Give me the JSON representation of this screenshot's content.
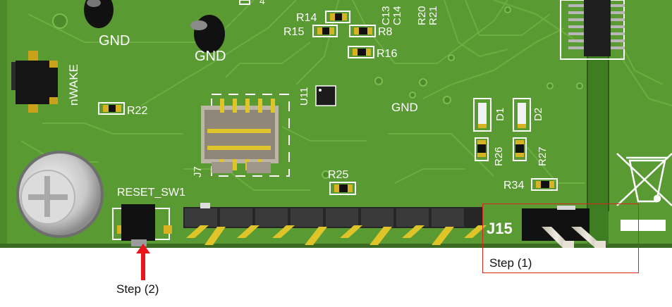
{
  "board": {
    "labels": {
      "gnd_top_left": "GND",
      "gnd_top_mid": "GND",
      "gnd_center": "GND",
      "nwake": "nWAKE",
      "r22": "R22",
      "reset_sw1": "RESET_SW1",
      "r14": "R14",
      "r15": "R15",
      "r8": "R8",
      "r16": "R16",
      "c13": "C13",
      "c14": "C14",
      "r20": "R20",
      "r21": "R21",
      "u11": "U11",
      "j7": "J7",
      "d1": "D1",
      "d2": "D2",
      "r26": "R26",
      "r27": "R27",
      "r25": "R25",
      "r34": "R34",
      "j15": "J15"
    }
  },
  "annotations": {
    "step1": "Step (1)",
    "step2": "Step (2)",
    "highlight_color": "#d9261c",
    "arrow_color": "#e8161b"
  }
}
